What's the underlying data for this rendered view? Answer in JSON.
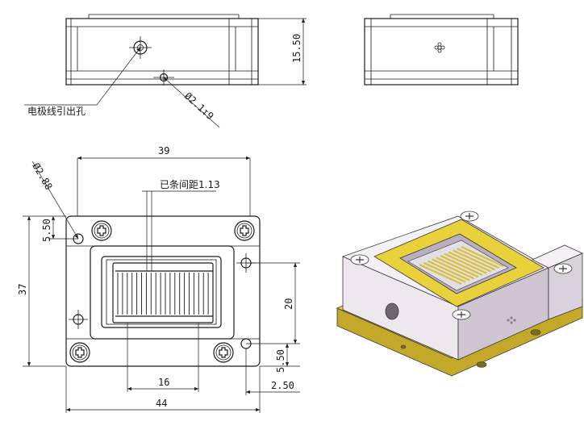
{
  "labels": {
    "electrode_hole": "电极线引出孔",
    "hole_spec": "Ø2.1↧9",
    "bar_spacing": "已条间距1.13",
    "corner_hole": "Ø2.88"
  },
  "dimensions": {
    "side_height": "15.50",
    "top_width": "39",
    "overall_width": "44",
    "inner_width": "16",
    "overall_height": "37",
    "hole_offset_top": "5.50",
    "inner_height": "20",
    "hole_offset_bottom": "5.50",
    "edge_offset": "2.50"
  },
  "colors": {
    "line": "#1a1a1a",
    "gold": "#e8d13a",
    "gold_dark": "#c4a82a",
    "block": "#e9e4ea",
    "block_light": "#f4f1f5",
    "block_dark": "#c9c0cc"
  }
}
